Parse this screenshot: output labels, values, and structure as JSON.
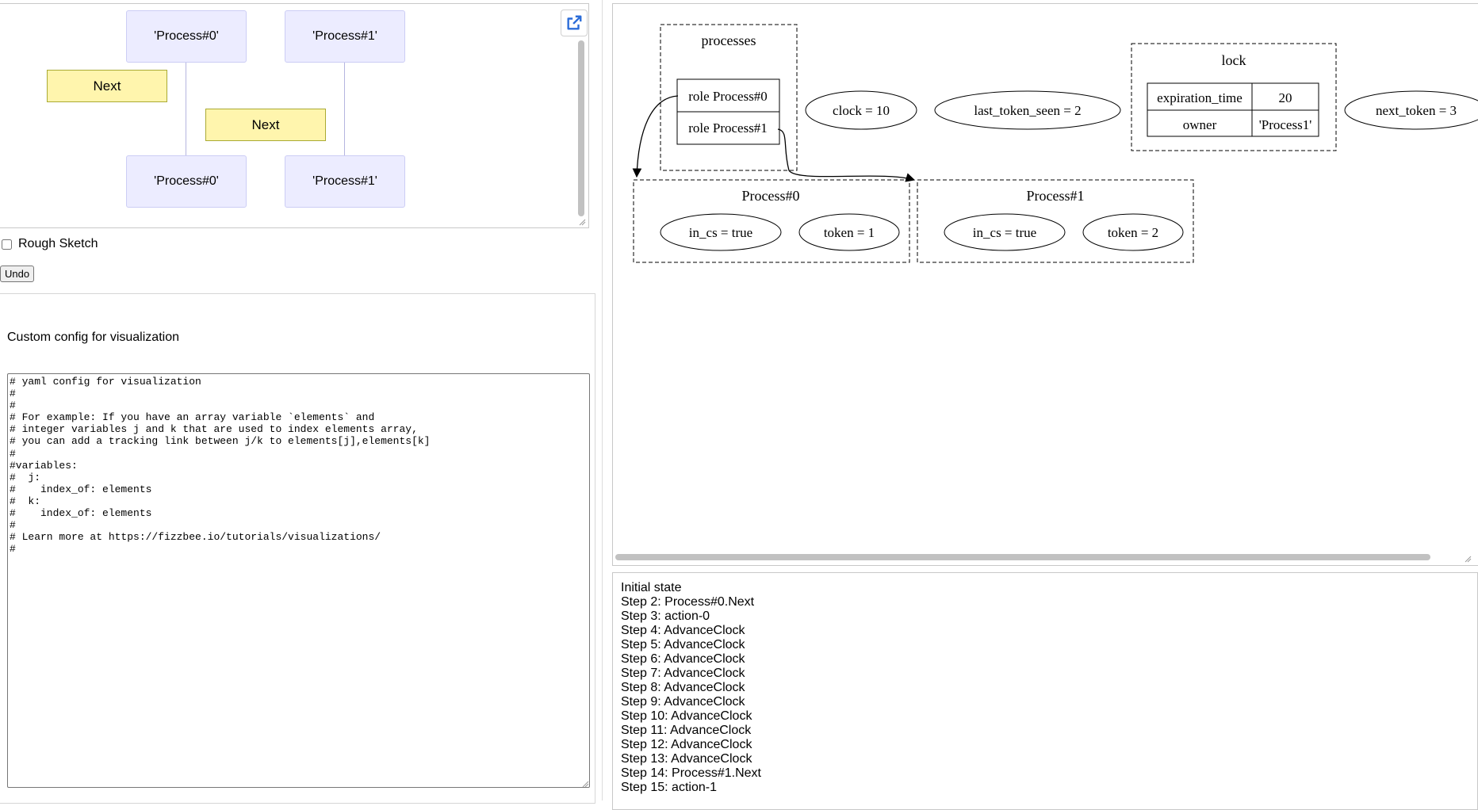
{
  "sequence": {
    "actors_top": [
      "'Process#0'",
      "'Process#1'"
    ],
    "actors_bottom": [
      "'Process#0'",
      "'Process#1'"
    ],
    "notes": [
      "Next",
      "Next"
    ],
    "open_icon": "external-link-icon"
  },
  "controls": {
    "rough_sketch_label": "Rough Sketch",
    "rough_sketch_checked": false,
    "undo_label": "Undo"
  },
  "config": {
    "title": "Custom config for visualization",
    "yaml": "# yaml config for visualization\n#\n#\n# For example: If you have an array variable `elements` and\n# integer variables j and k that are used to index elements array,\n# you can add a tracking link between j/k to elements[j],elements[k]\n#\n#variables:\n#  j:\n#    index_of: elements\n#  k:\n#    index_of: elements\n#\n# Learn more at https://fizzbee.io/tutorials/visualizations/\n#"
  },
  "graph": {
    "processes": {
      "title": "processes",
      "rows": [
        "role Process#0",
        "role Process#1"
      ]
    },
    "clock": "clock = 10",
    "last_token_seen": "last_token_seen = 2",
    "lock": {
      "title": "lock",
      "rows": [
        {
          "key": "expiration_time",
          "value": "20"
        },
        {
          "key": "owner",
          "value": "'Process1'"
        }
      ]
    },
    "next_token": "next_token = 3",
    "process0": {
      "title": "Process#0",
      "in_cs": "in_cs = true",
      "token": "token = 1"
    },
    "process1": {
      "title": "Process#1",
      "in_cs": "in_cs = true",
      "token": "token = 2"
    }
  },
  "steps": [
    "Initial state",
    "Step 2: Process#0.Next",
    "Step 3: action-0",
    "Step 4: AdvanceClock",
    "Step 5: AdvanceClock",
    "Step 6: AdvanceClock",
    "Step 7: AdvanceClock",
    "Step 8: AdvanceClock",
    "Step 9: AdvanceClock",
    "Step 10: AdvanceClock",
    "Step 11: AdvanceClock",
    "Step 12: AdvanceClock",
    "Step 13: AdvanceClock",
    "Step 14: Process#1.Next",
    "Step 15: action-1"
  ]
}
